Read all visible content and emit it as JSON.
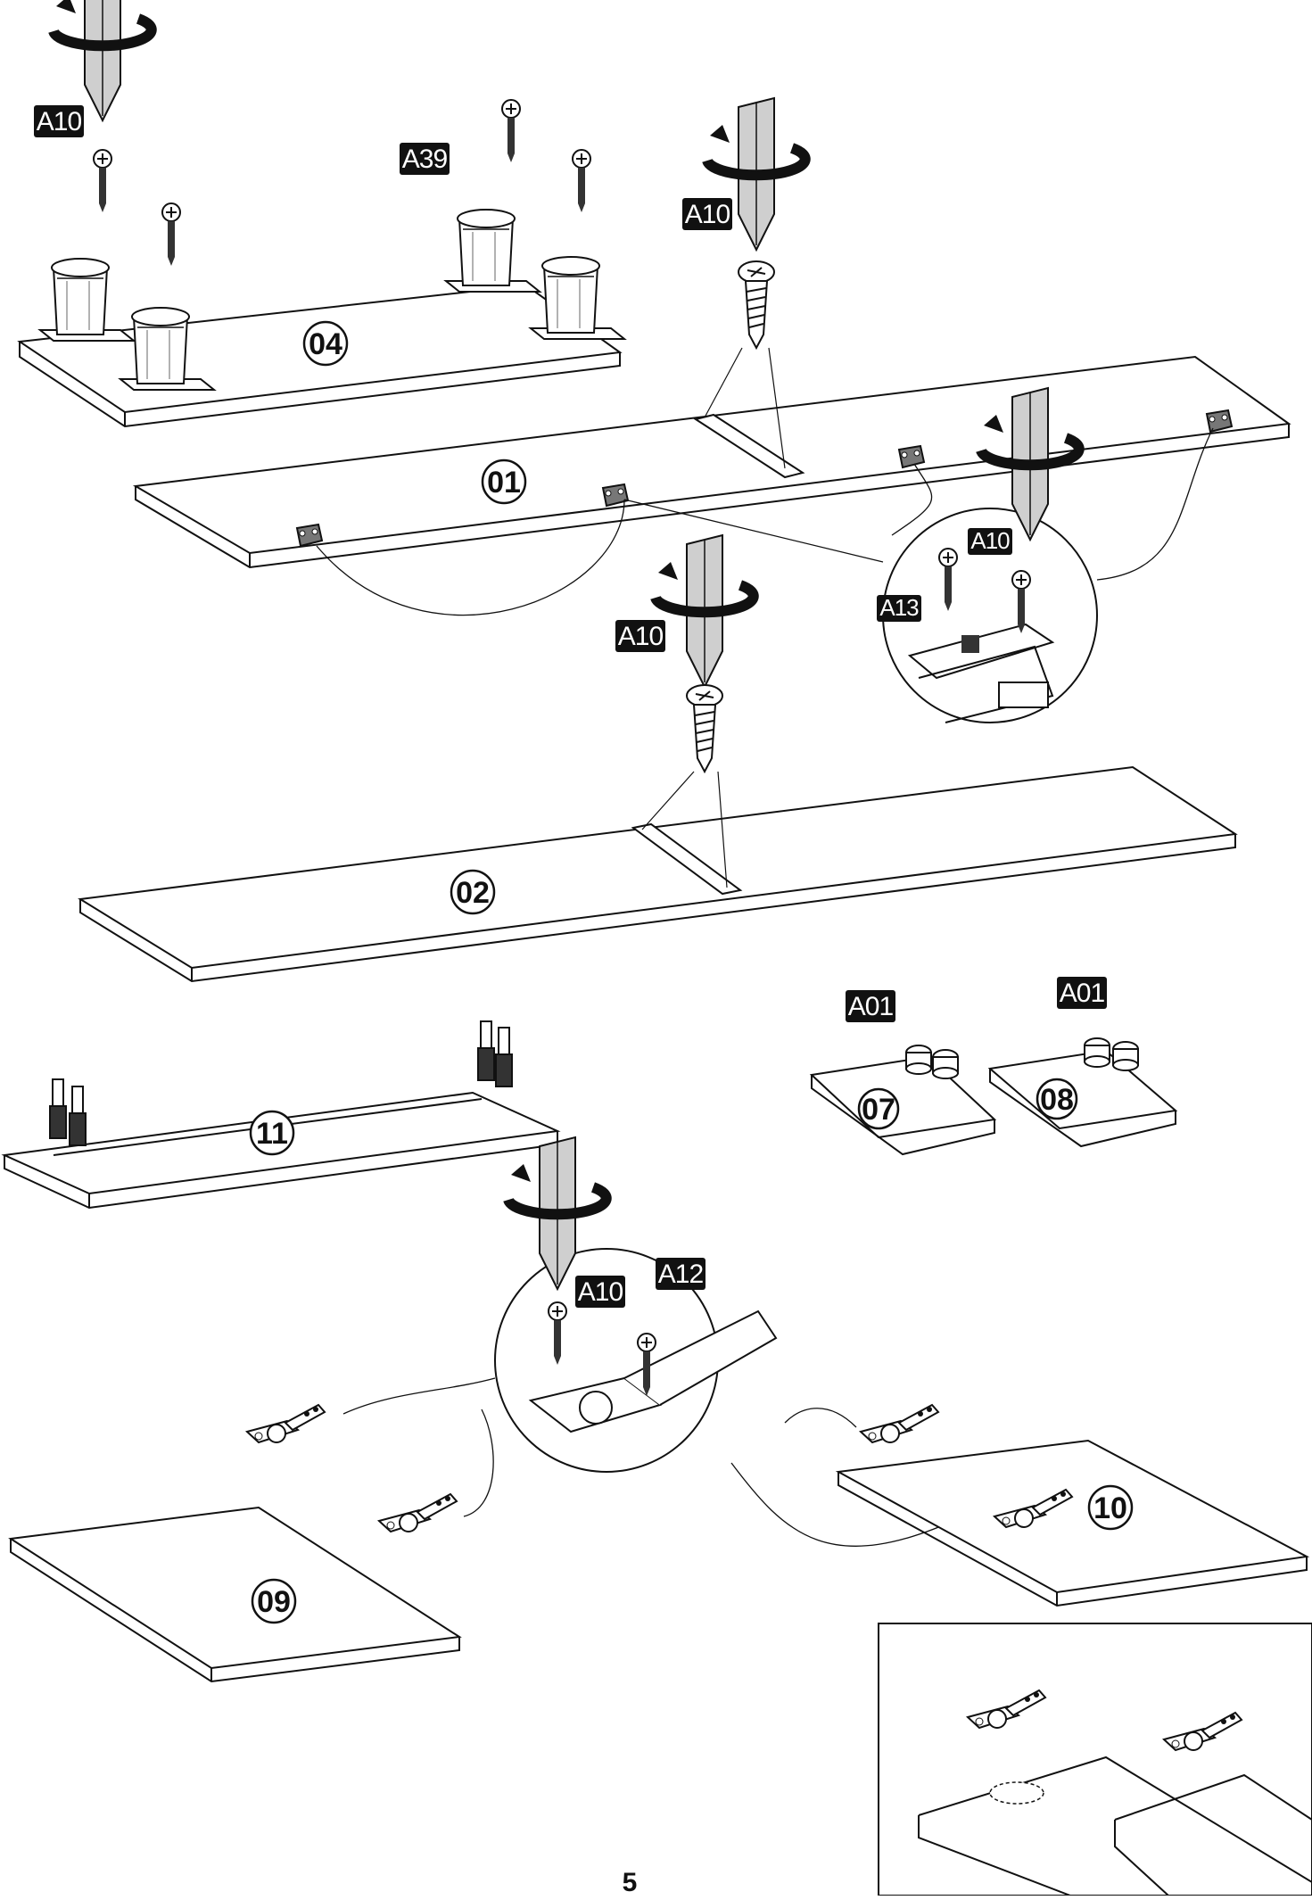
{
  "page": {
    "number": "5"
  },
  "panels": {
    "p01": "01",
    "p02": "02",
    "p04": "04",
    "p07": "07",
    "p08": "08",
    "p09": "09",
    "p10": "10",
    "p11": "11"
  },
  "parts": {
    "a10_screw": "A10",
    "a39_leg": "A39",
    "a13_plate": "A13",
    "a01_cam": "A01",
    "a12_hinge": "A12"
  },
  "colors": {
    "ink": "#111111",
    "tag_bg": "#111111",
    "tag_text": "#ffffff",
    "screwdriver": "#cfcfcf"
  },
  "icons": [
    "screwdriver-icon",
    "rotation-arrow-icon",
    "screw-icon",
    "hinge-icon",
    "cam-lock-icon",
    "leg-icon",
    "connector-plate-icon"
  ]
}
